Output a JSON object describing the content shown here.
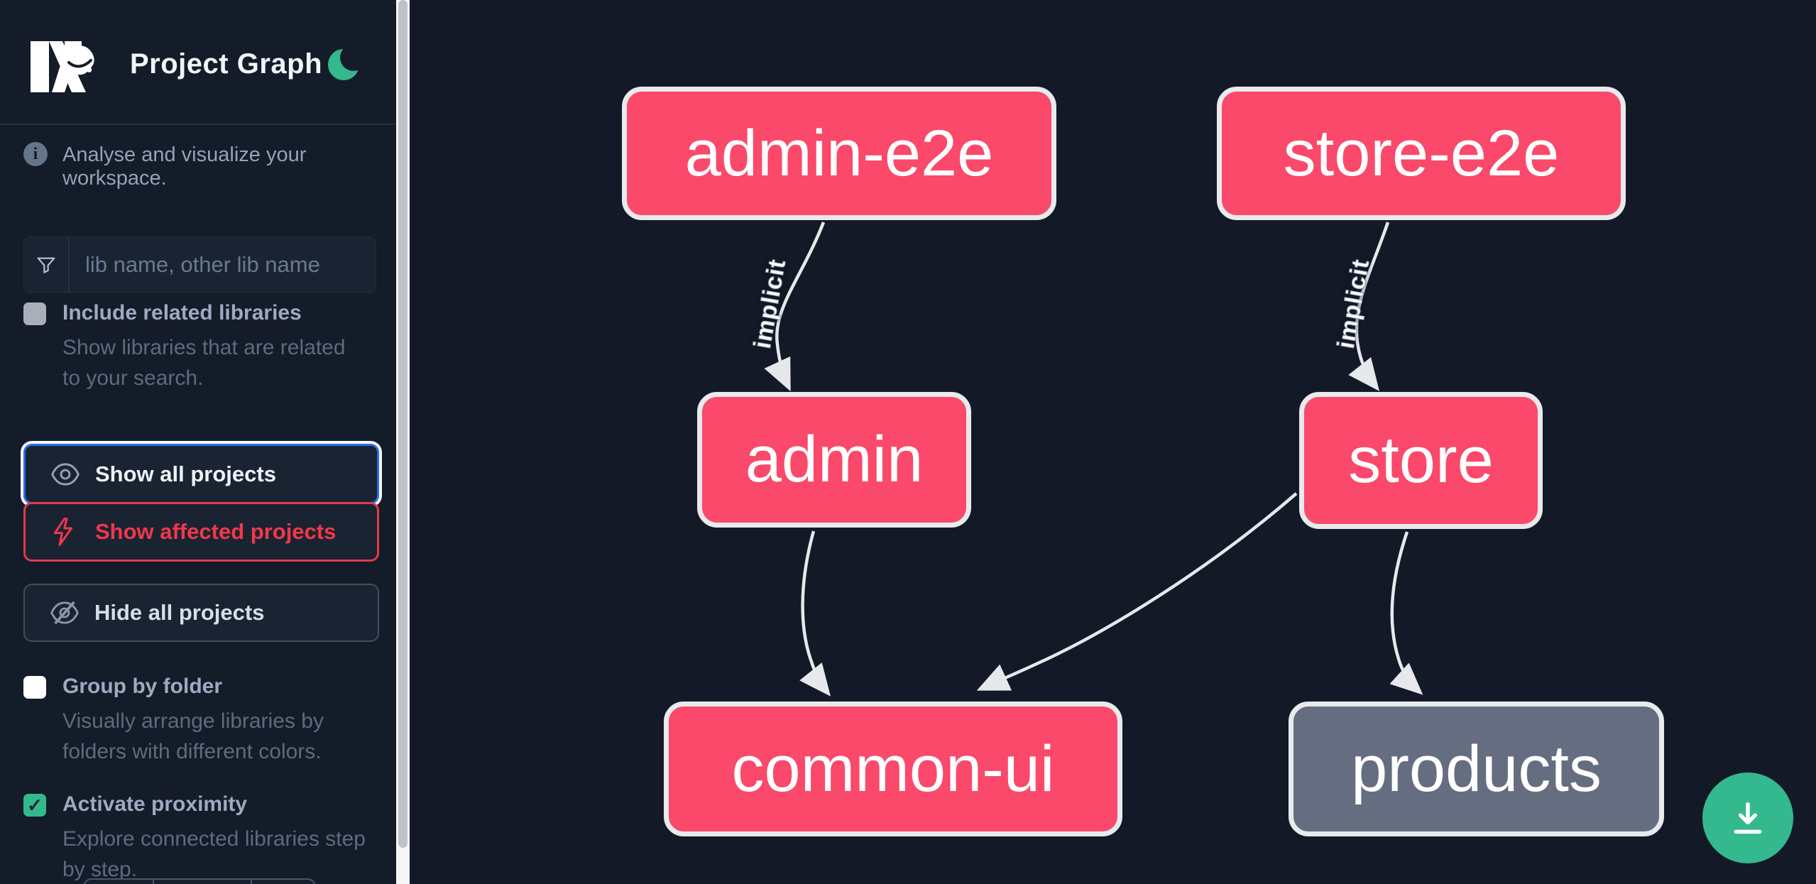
{
  "header": {
    "title": "Project Graph",
    "logo": "nx-logo",
    "theme_toggle_icon": "moon-icon"
  },
  "sidebar": {
    "tagline": "Analyse and visualize your workspace.",
    "search": {
      "placeholder": "lib name, other lib name",
      "value": "",
      "icon": "filter-funnel-icon"
    },
    "toggles": [
      {
        "label": "Include related libraries",
        "description": "Show libraries that are related to your search.",
        "checked": false
      },
      {
        "label": "Group by folder",
        "description": "Visually arrange libraries by folders with different colors.",
        "checked": false
      },
      {
        "label": "Activate proximity",
        "description": "Explore connected libraries step by step.",
        "checked": true
      }
    ],
    "buttons": [
      {
        "label": "Show all projects",
        "icon": "eye-icon",
        "state": "focused"
      },
      {
        "label": "Show affected projects",
        "icon": "lightning-bolt-icon",
        "state": "affected"
      },
      {
        "label": "Hide all projects",
        "icon": "eye-slash-icon",
        "state": "default"
      }
    ]
  },
  "graph": {
    "nodes": [
      {
        "id": "admin-e2e",
        "label": "admin-e2e",
        "type": "app"
      },
      {
        "id": "store-e2e",
        "label": "store-e2e",
        "type": "app"
      },
      {
        "id": "admin",
        "label": "admin",
        "type": "app"
      },
      {
        "id": "store",
        "label": "store",
        "type": "app"
      },
      {
        "id": "common-ui",
        "label": "common-ui",
        "type": "lib"
      },
      {
        "id": "products",
        "label": "products",
        "type": "lib-unfocused"
      }
    ],
    "edges": [
      {
        "source": "admin-e2e",
        "target": "admin",
        "label": "implicit"
      },
      {
        "source": "store-e2e",
        "target": "store",
        "label": "implicit"
      },
      {
        "source": "admin",
        "target": "common-ui",
        "label": ""
      },
      {
        "source": "store",
        "target": "common-ui",
        "label": ""
      },
      {
        "source": "store",
        "target": "products",
        "label": ""
      }
    ]
  },
  "download_button": {
    "icon": "download-icon"
  },
  "colors": {
    "sidebar_bg": "#141b29",
    "canvas_bg": "#131927",
    "node_pink": "#fa496a",
    "node_gray": "#646e80",
    "node_border": "#e8eaee",
    "edge": "#e6e8ec",
    "accent_green": "#34b88d",
    "accent_red": "#f0384a",
    "focus_blue": "#2b6be8"
  }
}
